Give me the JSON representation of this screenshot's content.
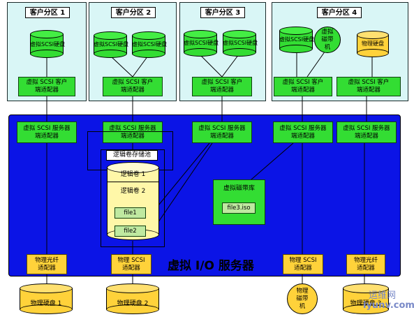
{
  "partitions": [
    {
      "title": "客户分区 1",
      "disk": "虚拟SCSI硬盘",
      "adapter": [
        "虚拟 SCSI 客户",
        "端适配器"
      ]
    },
    {
      "title": "客户分区 2",
      "disks": [
        "虚拟SCSI硬盘",
        "虚拟SCSI硬盘"
      ],
      "adapter": [
        "虚拟 SCSI 客户",
        "端适配器"
      ]
    },
    {
      "title": "客户分区 3",
      "disks": [
        "虚拟SCSI硬盘",
        "虚拟SCSI硬盘"
      ],
      "adapter": [
        "虚拟 SCSI 客户",
        "端适配器"
      ]
    },
    {
      "title": "客户分区 4",
      "disk": "虚拟SCSI硬盘",
      "tape": [
        "虚拟",
        "磁带",
        "机"
      ],
      "physdisk": "物理硬盘",
      "adapter1": [
        "虚拟 SCSI 客户",
        "端适配器"
      ],
      "adapter2": [
        "虚拟 SCSI 客户",
        "端适配器"
      ]
    }
  ],
  "server": {
    "title": "虚拟 I/O 服务器",
    "server_adapter": [
      "虚拟 SCSI 服务器",
      "端适配器"
    ],
    "pool_label": "逻辑卷存储池",
    "lv1": "逻辑卷 1",
    "lv2": "逻辑卷 2",
    "file1": "file1",
    "file2": "file2",
    "media_library": "虚拟磁带库",
    "file3": "file3.iso",
    "fc_adapter": [
      "物理光纤",
      "适配器"
    ],
    "scsi_adapter": [
      "物理 SCSI",
      "适配器"
    ]
  },
  "physical": {
    "disk1": "物理硬盘 1",
    "disk2": "物理硬盘 2",
    "tape": [
      "物理",
      "磁带",
      "机"
    ],
    "disk3": "物理硬盘 3"
  },
  "watermark": {
    "line1": "运维网",
    "line2": "iyunv.com"
  },
  "colors": {
    "server": "#0b14e6",
    "partition": "#d9f6f6",
    "adapter": "#33dd33",
    "physical": "#ffd23a"
  }
}
